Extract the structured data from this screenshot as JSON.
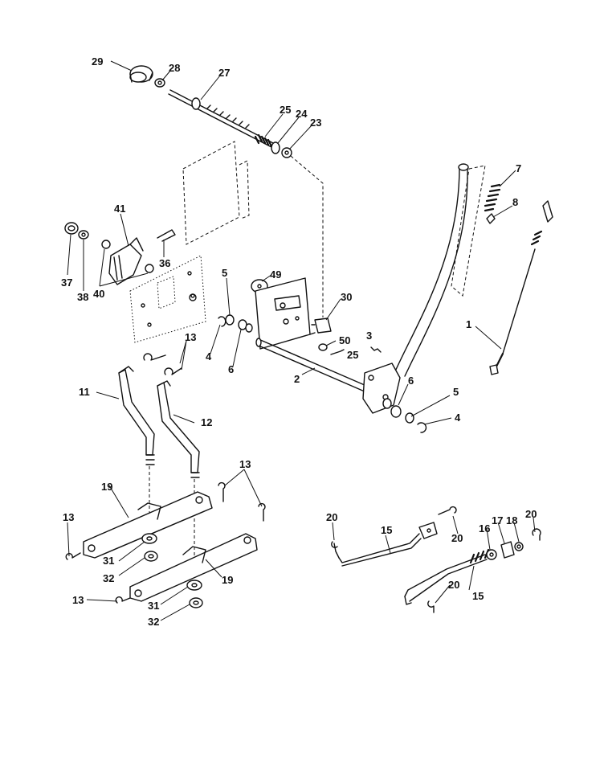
{
  "callouts": {
    "c1": "1",
    "c2": "2",
    "c3": "3",
    "c4a": "4",
    "c4b": "4",
    "c5a": "5",
    "c5b": "5",
    "c6a": "6",
    "c6b": "6",
    "c7": "7",
    "c8": "8",
    "c11": "11",
    "c12": "12",
    "c13a": "13",
    "c13b": "13",
    "c13c": "13",
    "c13d": "13",
    "c15a": "15",
    "c15b": "15",
    "c16": "16",
    "c17": "17",
    "c18": "18",
    "c19a": "19",
    "c19b": "19",
    "c20a": "20",
    "c20b": "20",
    "c20c": "20",
    "c20d": "20",
    "c23": "23",
    "c24": "24",
    "c25a": "25",
    "c25b": "25",
    "c27": "27",
    "c28": "28",
    "c29": "29",
    "c30": "30",
    "c31a": "31",
    "c31b": "31",
    "c32a": "32",
    "c32b": "32",
    "c36": "36",
    "c37": "37",
    "c38": "38",
    "c40": "40",
    "c41": "41",
    "c49": "49",
    "c50": "50"
  }
}
